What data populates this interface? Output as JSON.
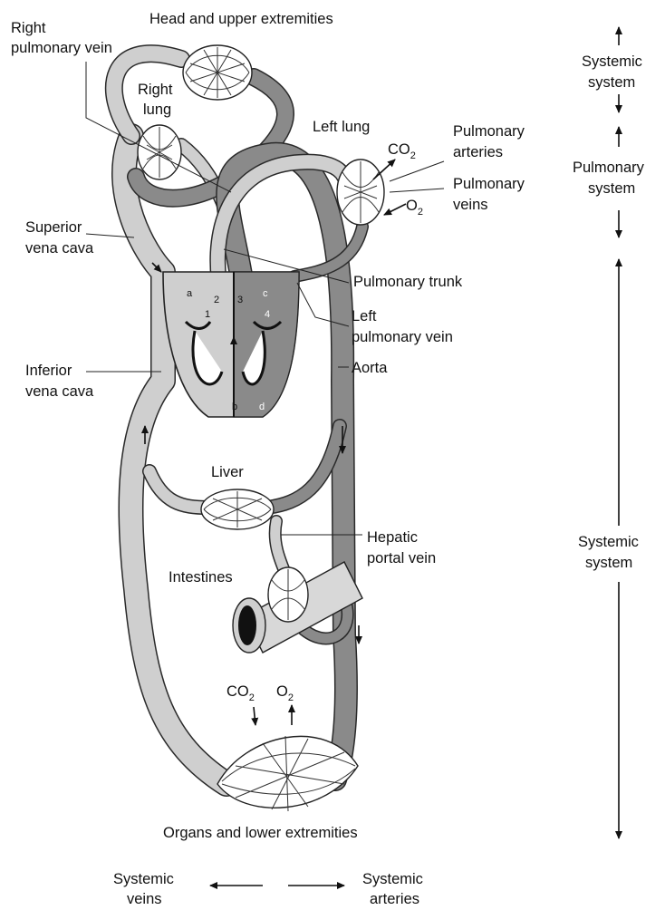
{
  "labels": {
    "head": "Head and upper extremities",
    "right_pulmonary_vein_1": "Right",
    "right_pulmonary_vein_2": "pulmonary vein",
    "right_lung_1": "Right",
    "right_lung_2": "lung",
    "left_lung": "Left lung",
    "co2_top": "CO",
    "co2_top_sub": "2",
    "pulmonary_arteries_1": "Pulmonary",
    "pulmonary_arteries_2": "arteries",
    "pulmonary_veins_1": "Pulmonary",
    "pulmonary_veins_2": "veins",
    "o2_top": "O",
    "o2_top_sub": "2",
    "superior_vena_cava_1": "Superior",
    "superior_vena_cava_2": "vena cava",
    "pulmonary_trunk": "Pulmonary trunk",
    "left_pulmonary_vein_1": "Left",
    "left_pulmonary_vein_2": "pulmonary vein",
    "inferior_vena_cava_1": "Inferior",
    "inferior_vena_cava_2": "vena cava",
    "aorta": "Aorta",
    "liver": "Liver",
    "hepatic_portal_vein_1": "Hepatic",
    "hepatic_portal_vein_2": "portal vein",
    "intestines": "Intestines",
    "co2_bottom": "CO",
    "co2_bottom_sub": "2",
    "o2_bottom": "O",
    "o2_bottom_sub": "2",
    "organs": "Organs and lower extremities",
    "legend_veins_1": "Systemic",
    "legend_veins_2": "veins",
    "legend_arteries_1": "Systemic",
    "legend_arteries_2": "arteries"
  },
  "heart": {
    "chamber_a": "a",
    "chamber_b": "b",
    "chamber_c": "c",
    "chamber_d": "d",
    "valve_1": "1",
    "valve_2": "2",
    "valve_3": "3",
    "valve_4": "4"
  },
  "scale": {
    "systemic_top_1": "Systemic",
    "systemic_top_2": "system",
    "pulmonary_1": "Pulmonary",
    "pulmonary_2": "system",
    "systemic_bottom_1": "Systemic",
    "systemic_bottom_2": "system"
  },
  "colors": {
    "systemic_veins": "#cfcfcf",
    "systemic_arteries": "#8a8a8a",
    "outline": "#2a2a2a"
  }
}
